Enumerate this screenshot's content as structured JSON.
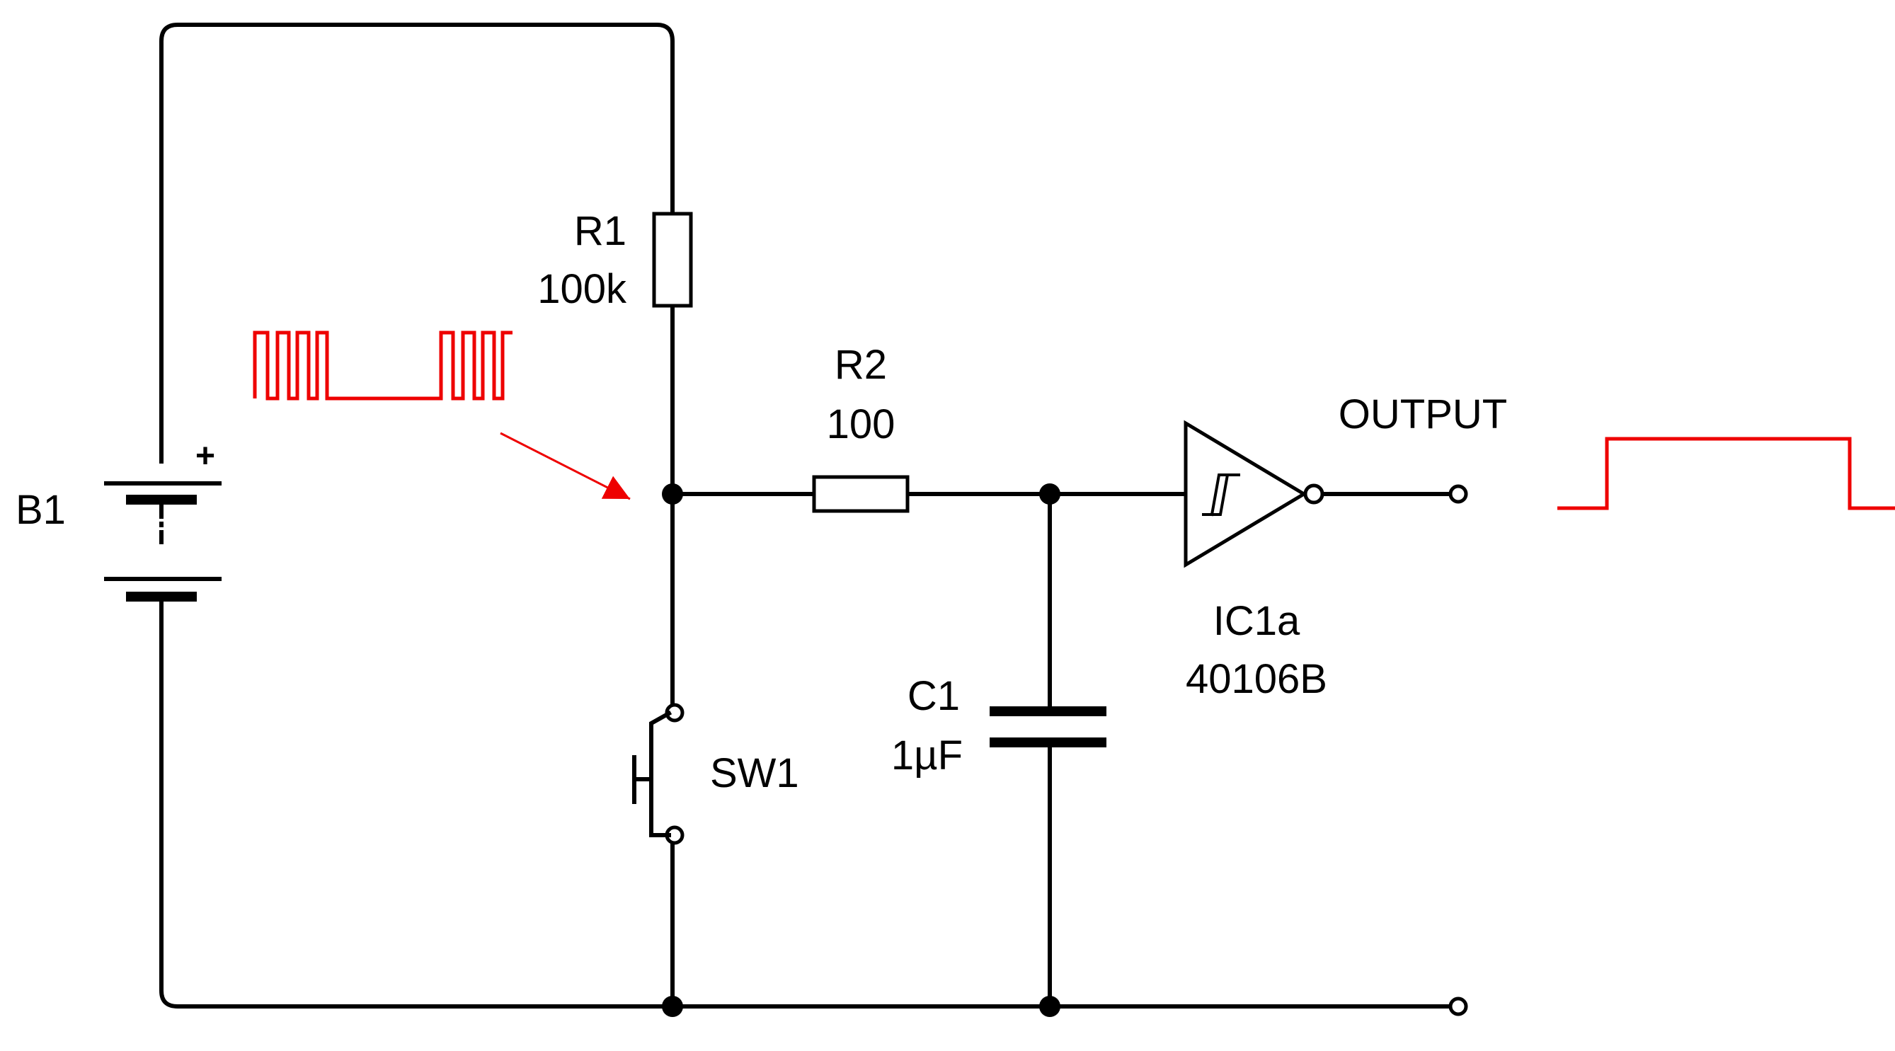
{
  "components": {
    "battery": {
      "ref": "B1",
      "polarity": "+"
    },
    "r1": {
      "ref": "R1",
      "value": "100k"
    },
    "r2": {
      "ref": "R2",
      "value": "100"
    },
    "c1": {
      "ref": "C1",
      "value": "1µF"
    },
    "sw1": {
      "ref": "SW1"
    },
    "ic": {
      "ref": "IC1a",
      "part": "40106B",
      "symbol": "schmitt-trigger-inverter"
    }
  },
  "output_label": "OUTPUT",
  "annotations": {
    "input_waveform": {
      "kind": "switch-bounce",
      "color": "#ee0000"
    },
    "output_waveform": {
      "kind": "clean-pulse",
      "color": "#ee0000"
    },
    "arrow": {
      "color": "#ee0000",
      "points_to": "r1-r2-switch-junction"
    }
  },
  "colors": {
    "wire": "#000000",
    "annotation": "#ee0000",
    "background": "#ffffff"
  }
}
